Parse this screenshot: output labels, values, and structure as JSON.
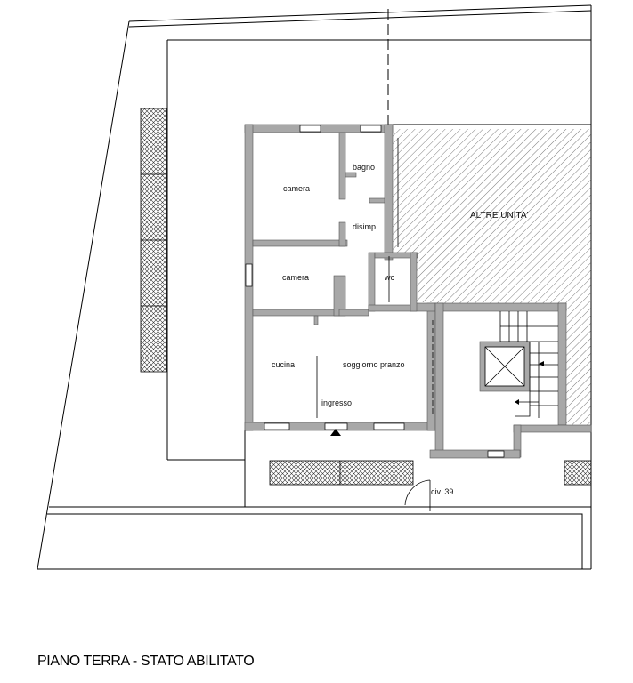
{
  "plan": {
    "rooms": {
      "camera_1": "camera",
      "bagno": "bagno",
      "disimpegno": "disimp.",
      "camera_2": "camera",
      "wc": "wc",
      "cucina": "cucina",
      "soggiorno": "soggiorno pranzo",
      "ingresso": "ingresso"
    },
    "other_units": "ALTRE UNITA'",
    "civic_number": "civ. 39",
    "colors": {
      "wall": "#a8a8a8",
      "wall_outline": "#555555",
      "line": "#000000"
    }
  },
  "caption": "PIANO TERRA - STATO ABILITATO"
}
